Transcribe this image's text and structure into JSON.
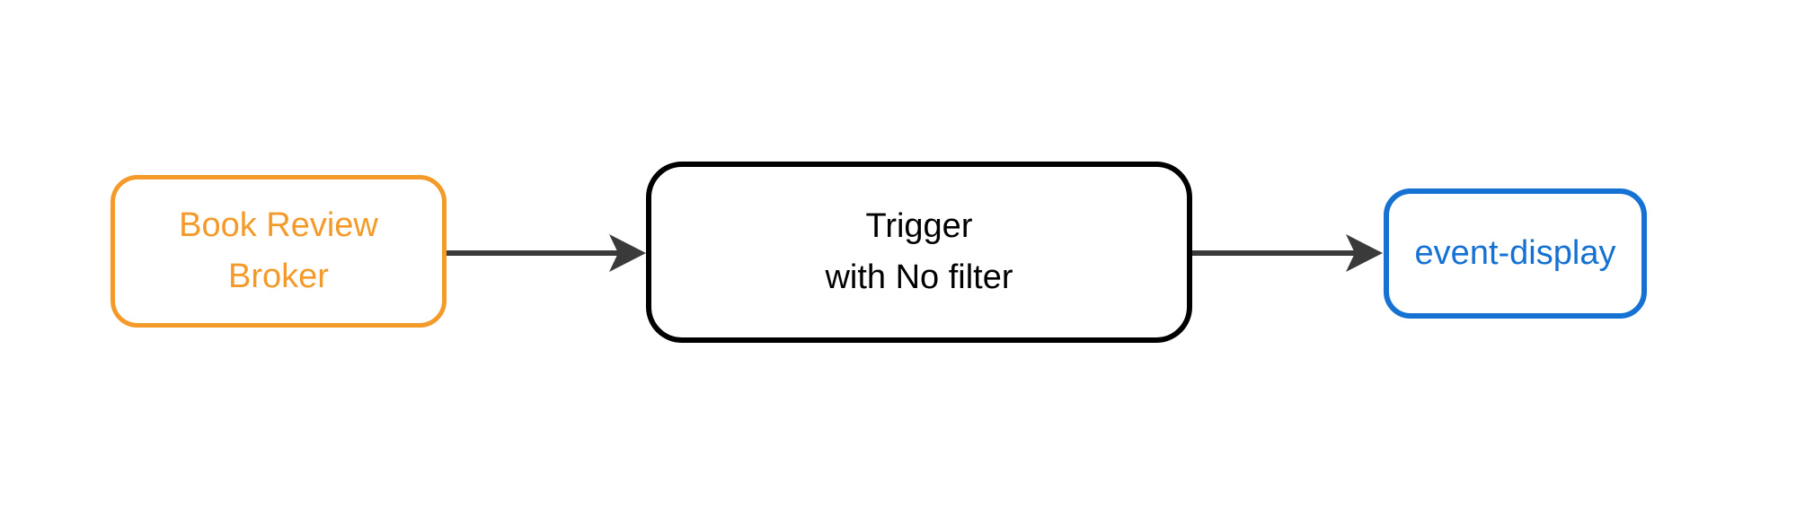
{
  "nodes": {
    "broker": {
      "line1": "Book Review",
      "line2": "Broker"
    },
    "trigger": {
      "line1": "Trigger",
      "line2": "with No filter"
    },
    "event_display": {
      "label": "event-display"
    }
  },
  "edges": [
    {
      "from": "Book Review Broker",
      "to": "Trigger with No filter"
    },
    {
      "from": "Trigger with No filter",
      "to": "event-display"
    }
  ],
  "colors": {
    "broker-accent": "#F49A2B",
    "trigger-accent": "#000000",
    "display-accent": "#1571D2",
    "arrow": "#3A3A3A",
    "background": "#FFFFFF"
  }
}
